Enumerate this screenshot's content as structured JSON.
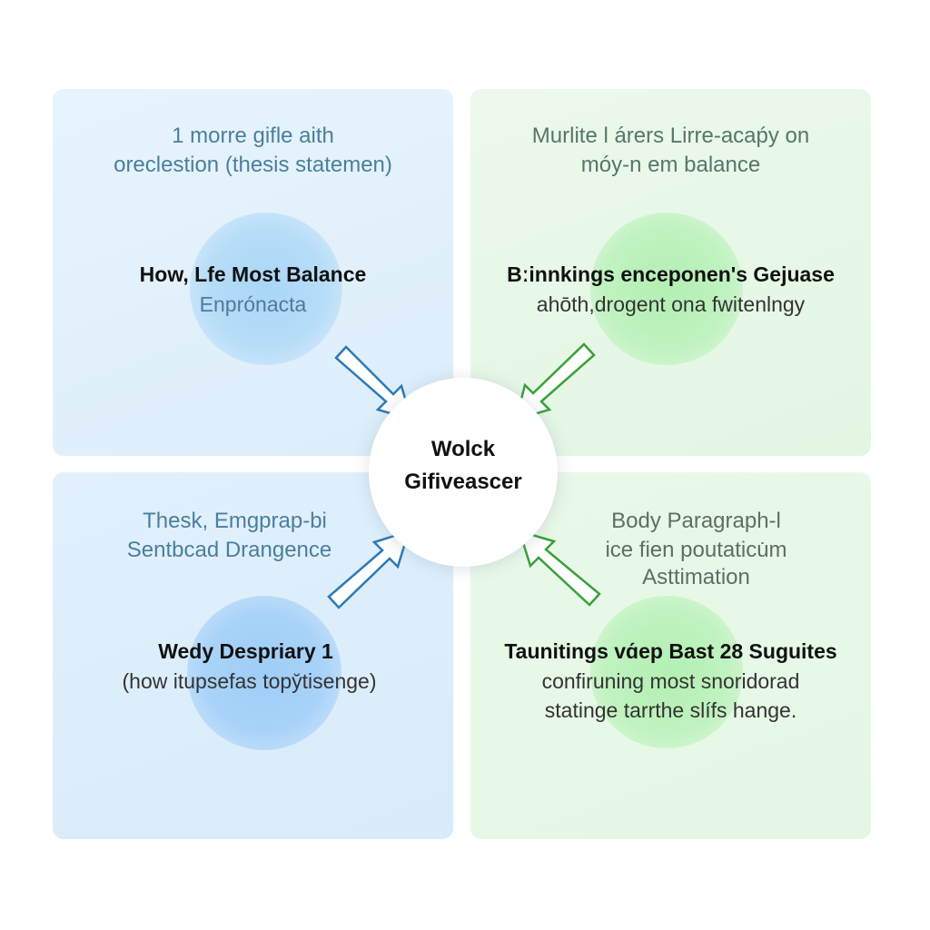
{
  "center": {
    "line1": "Wolck",
    "line2": "Gifiveascer"
  },
  "top_left": {
    "intro_line1": "1 morre gifle aith",
    "intro_line2": "oreclestion (thesis statemen)",
    "bold": "How, Lfe Most Balance",
    "sub": "Enprónacta"
  },
  "top_right": {
    "intro_line1": "Murlite l árers Lirre-acaṕy on",
    "intro_line2": "móy-n em balance",
    "bold": "Bːinnkings enceponen's Gejuase",
    "sub": "ahōth,drogent ona fwitenlngy"
  },
  "bottom_left": {
    "intro_line1": "Thesk, Emgprap-bi",
    "intro_line2": "Sentbcad Drangence",
    "bold": "Wedy Despriary 1",
    "sub": "(how itupsefas topy̆tisenge)"
  },
  "bottom_right": {
    "intro_line1": "Body Paragraph-l",
    "intro_line2": "ice fien poutaticu̇m",
    "intro_line3": "Asttimation",
    "bold": "Taunitings vɑ́ep Bast 28 Suguites",
    "sub_line1": "confiruning most snoridorad",
    "sub_line2": "statinge tarrthe slífs hange."
  },
  "colors": {
    "blue_arrow": "#2a7ab8",
    "green_arrow": "#3aa03a"
  }
}
